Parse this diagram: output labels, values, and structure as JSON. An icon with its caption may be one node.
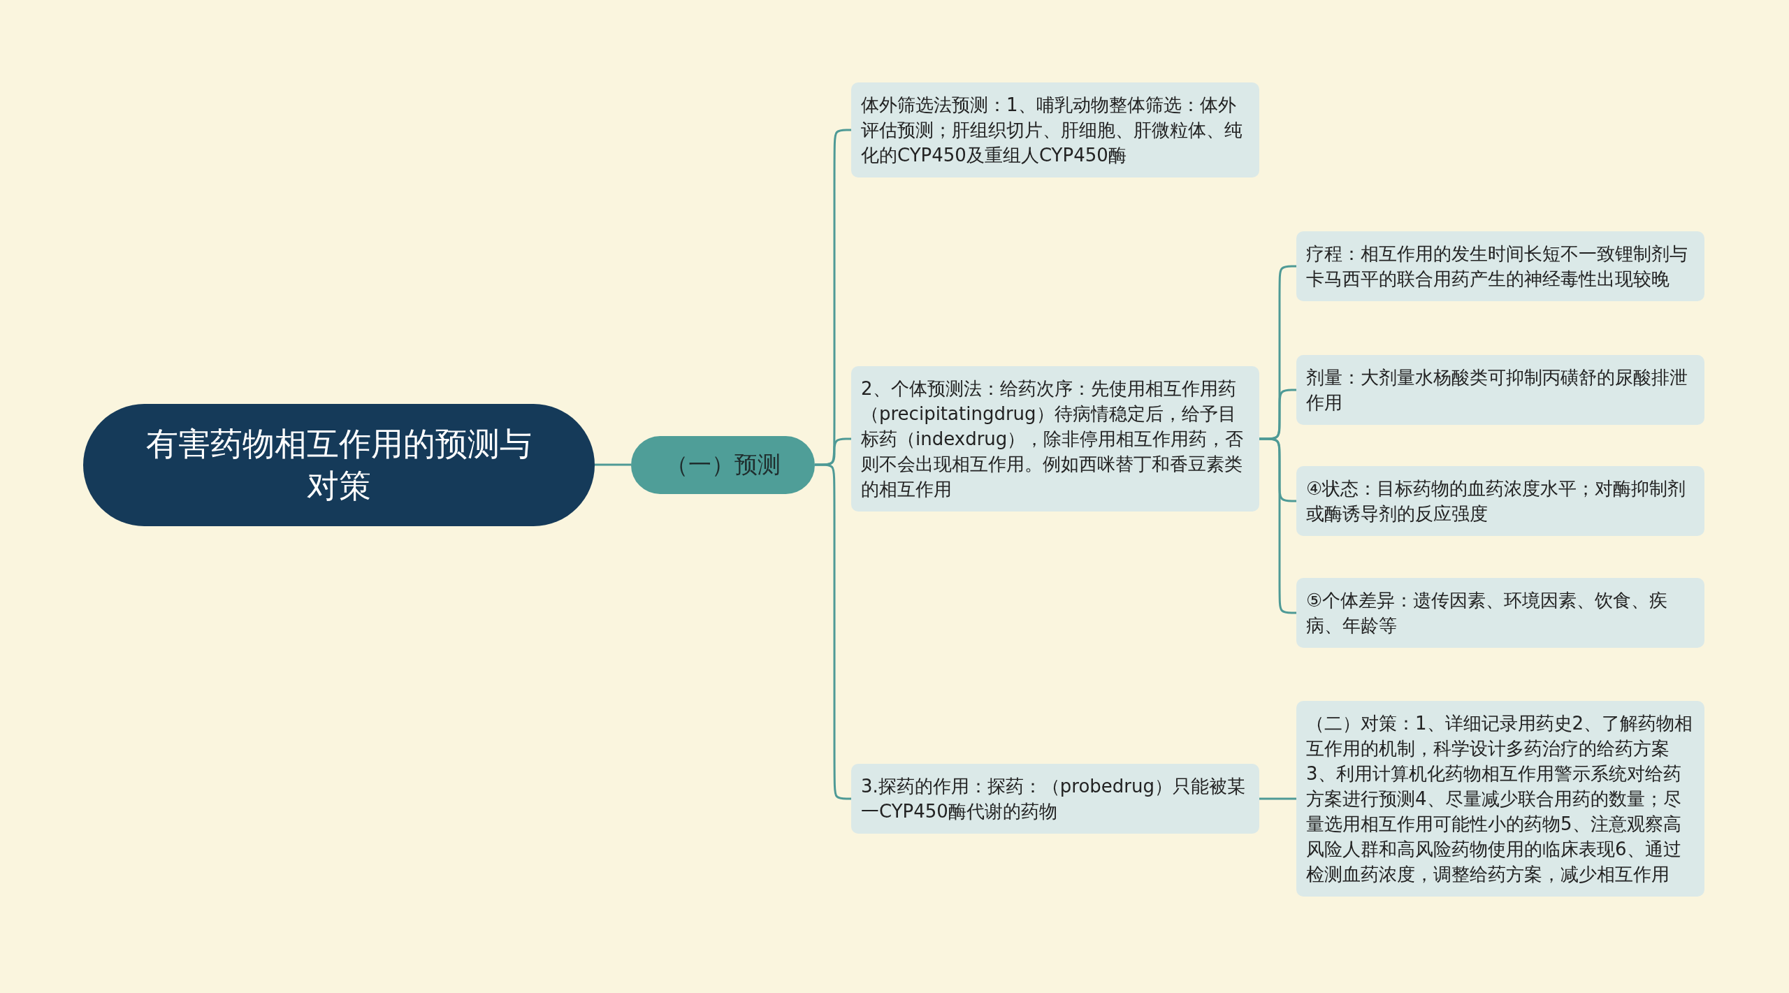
{
  "diagram": {
    "nodes": [
      {
        "text": [
          "有害药物相互作用的预测与对策"
        ]
      },
      {
        "text": [
          "（一）预测"
        ]
      },
      {
        "text": [
          "体外筛选法预测：1、哺乳动物整体筛选：体外评估预测；肝组织切片、肝细胞、肝微粒体、纯化的CYP450及重组人CYP450酶"
        ]
      },
      {
        "text": [
          "2、个体预测法：给药次序：先使用相互作用药（precipitatingdrug）待病情稳定后，给予目标药（indexdrug），除非停用相互作用药，否则不会出现相互作用。例如西咪替丁和香豆素类的相互作用"
        ]
      },
      {
        "text": [
          "3.探药的作用：探药：（probedrug）只能被某一CYP450酶代谢的药物"
        ]
      },
      {
        "text": [
          "疗程：相互作用的发生时间长短不一致锂制剂与卡马西平的联合用药产生的神经毒性出现较晚"
        ]
      },
      {
        "text": [
          "剂量：大剂量水杨酸类可抑制丙磺舒的尿酸排泄作用"
        ]
      },
      {
        "text": [
          "④状态：目标药物的血药浓度水平；对酶抑制剂或酶诱导剂的反应强度"
        ]
      },
      {
        "text": [
          "⑤个体差异：遗传因素、环境因素、饮食、疾病、年龄等"
        ]
      },
      {
        "text": [
          "（二）对策：1、详细记录用药史2、了解药物相互作用的机制，科学设计多药治疗的给药方案3、利用计算机化药物相互作用警示系统对给药方案进行预测4、尽量减少联合用药的数量；尽量选用相互作用可能性小的药物5、注意观察高风险人群和高风险药物使用的临床表现6、通过检测血药浓度，调整给药方案，减少相互作用"
        ]
      }
    ],
    "edges": [
      {
        "from": 0,
        "to": 1,
        "arrow": "none"
      },
      {
        "from": 1,
        "to": 2,
        "arrow": "none"
      },
      {
        "from": 1,
        "to": 3,
        "arrow": "none"
      },
      {
        "from": 1,
        "to": 4,
        "arrow": "none"
      },
      {
        "from": 3,
        "to": 5,
        "arrow": "none"
      },
      {
        "from": 3,
        "to": 6,
        "arrow": "none"
      },
      {
        "from": 3,
        "to": 7,
        "arrow": "none"
      },
      {
        "from": 3,
        "to": 8,
        "arrow": "none"
      },
      {
        "from": 4,
        "to": 9,
        "arrow": "none"
      }
    ]
  }
}
